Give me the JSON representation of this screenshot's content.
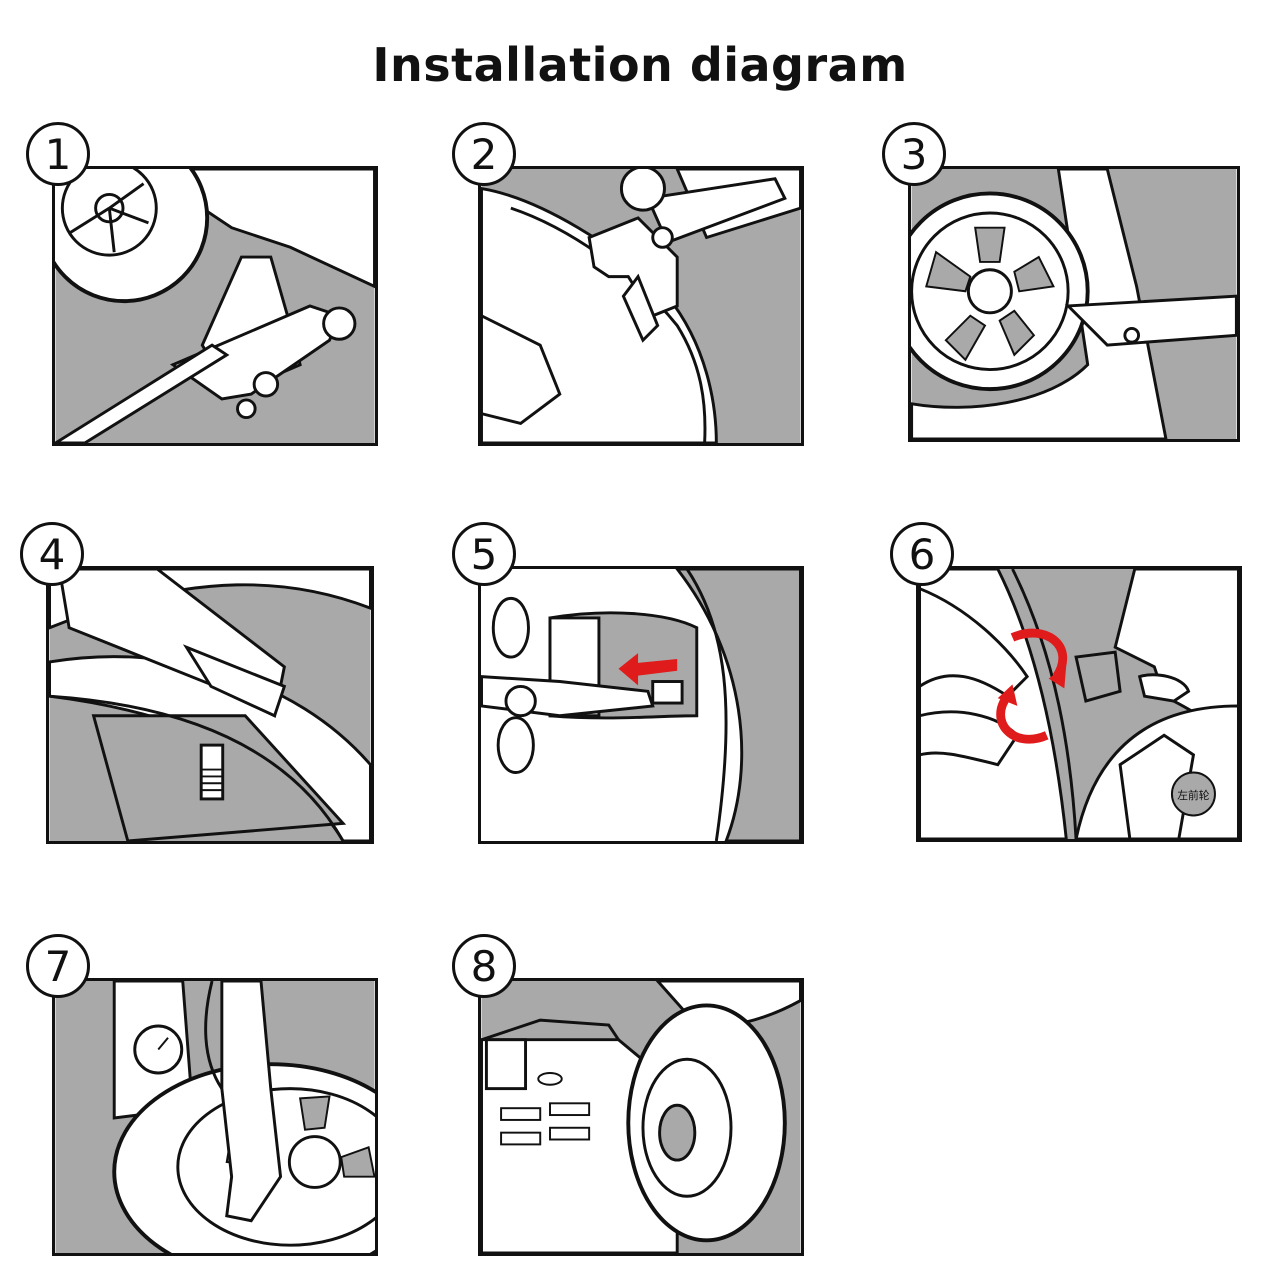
{
  "title": "Installation diagram",
  "colors": {
    "panel_fill": "#a9a9a9",
    "line": "#111111",
    "arrow": "#e01b1b"
  },
  "steps": [
    {
      "number": "1",
      "icon": "floor-jack-lifting-car-icon"
    },
    {
      "number": "2",
      "icon": "tire-bead-breaker-icon"
    },
    {
      "number": "3",
      "icon": "tire-lever-removing-tire-icon"
    },
    {
      "number": "4",
      "icon": "valve-stem-in-rim-icon"
    },
    {
      "number": "5",
      "icon": "pliers-pulling-valve-icon"
    },
    {
      "number": "6",
      "icon": "installing-tpms-sensor-icon"
    },
    {
      "number": "7",
      "icon": "inflating-tire-with-gauge-icon"
    },
    {
      "number": "8",
      "icon": "compressor-and-wheel-icon"
    }
  ],
  "sensor_label": "左前轮"
}
